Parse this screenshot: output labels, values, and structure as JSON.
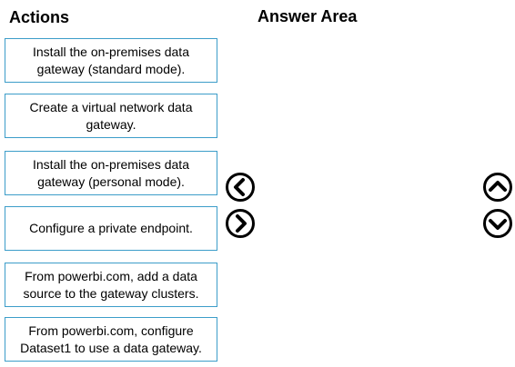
{
  "headings": {
    "actions": "Actions",
    "answer_area": "Answer Area"
  },
  "actions": [
    "Install the on-premises data gateway (standard mode).",
    "Create a virtual network data gateway.",
    "Install the on-premises data gateway (personal mode).",
    "Configure a private endpoint.",
    "From powerbi.com, add a data source to the gateway clusters.",
    "From powerbi.com, configure Dataset1 to use a data gateway."
  ],
  "colors": {
    "box_border": "#3c9dc9",
    "arrow": "#000000"
  },
  "icons": {
    "move_left": "chevron-left-circle-icon",
    "move_right": "chevron-right-circle-icon",
    "move_up": "chevron-up-circle-icon",
    "move_down": "chevron-down-circle-icon"
  }
}
